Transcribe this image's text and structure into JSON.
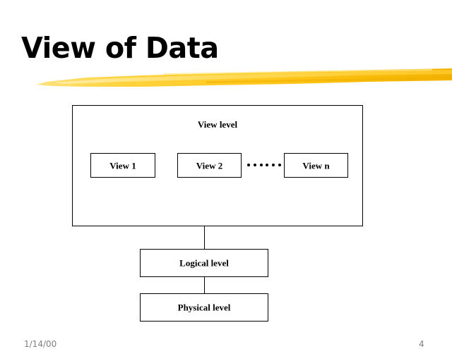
{
  "slide": {
    "title": "View of Data",
    "accent_color": "#FFCC33",
    "accent_color_dark": "#F2B203",
    "text_color": "#000000",
    "background_color": "#FFFFFF",
    "footer_color": "#808080"
  },
  "diagram": {
    "view_level": {
      "title": "View level",
      "views": [
        {
          "label": "View 1"
        },
        {
          "label": "View 2"
        },
        {
          "label": "View n"
        }
      ],
      "ellipsis_dot_count": 6
    },
    "logical_level": {
      "label": "Logical level"
    },
    "physical_level": {
      "label": "Physical level"
    }
  },
  "footer": {
    "date": "1/14/00",
    "page_number": "4"
  }
}
